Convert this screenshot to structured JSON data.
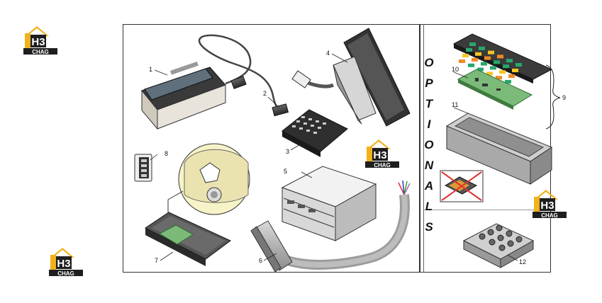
{
  "brand": {
    "logo_mark": "H3",
    "logo_text": "CHAG"
  },
  "sidebar_label": [
    "O",
    "P",
    "T",
    "I",
    "O",
    "N",
    "A",
    "L",
    "S"
  ],
  "callouts": {
    "c1": "1",
    "c2": "2",
    "c3": "3",
    "c4": "4",
    "c5": "5",
    "c6": "6",
    "c7": "7",
    "c8": "8",
    "c9": "9",
    "c10": "10",
    "c11": "11",
    "c12": "12"
  },
  "colors": {
    "logo_yellow": "#f2b21c",
    "logo_dark": "#1e1e1e",
    "keypad_green": "#27a86b",
    "keypad_yellow": "#f3c623",
    "keypad_orange": "#f08a24",
    "pcb_green": "#7cba7a",
    "detail_circle": "#f7f3c8",
    "cross_red": "#e03030"
  }
}
